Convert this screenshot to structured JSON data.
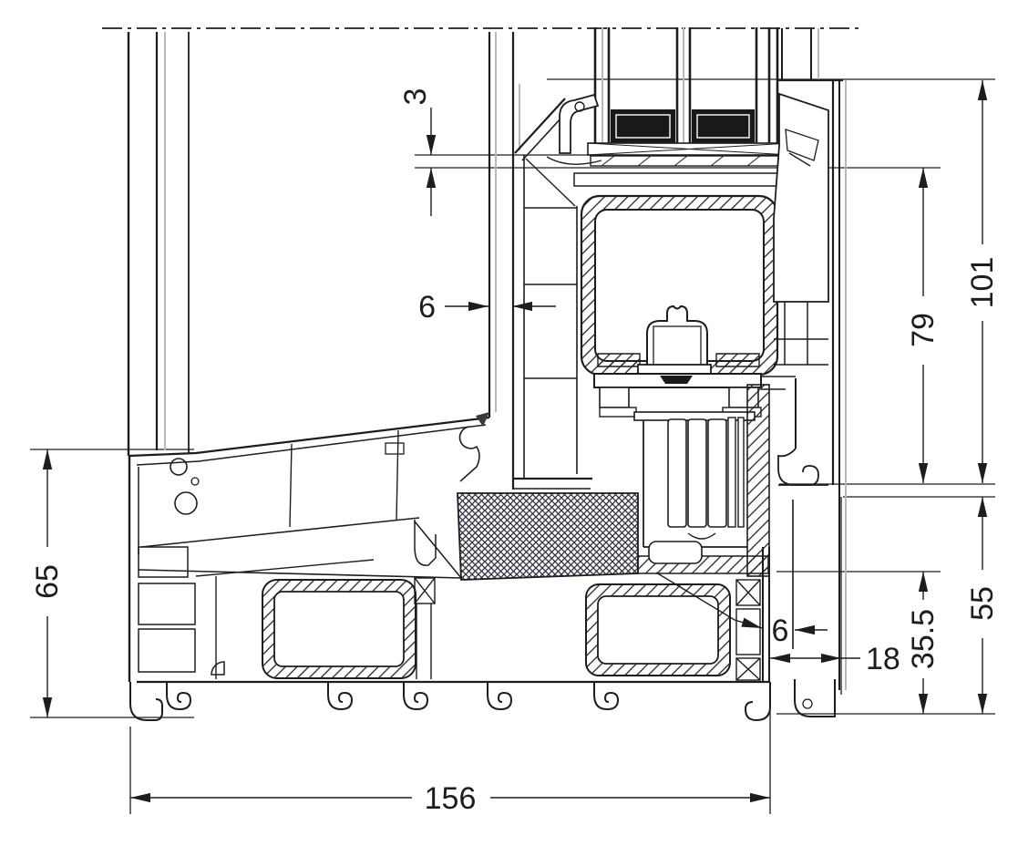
{
  "diagram": {
    "kind": "window-profile-cross-section",
    "units_implied": "mm",
    "dimension_labels": {
      "glass_edge": "3",
      "top_gap": "6",
      "overall_height": "101",
      "rebate_height": "79",
      "left_height": "65",
      "right_height": "55",
      "inner_right_height": "35.5",
      "bottom_gap": "6",
      "frame_offset": "18",
      "overall_width": "156"
    },
    "colors": {
      "line": "#1d1d1d",
      "background": "#ffffff",
      "spacer": "#191919",
      "shadow": "#b9b9b9",
      "insulation_hatch": "#2e2e3e"
    }
  }
}
